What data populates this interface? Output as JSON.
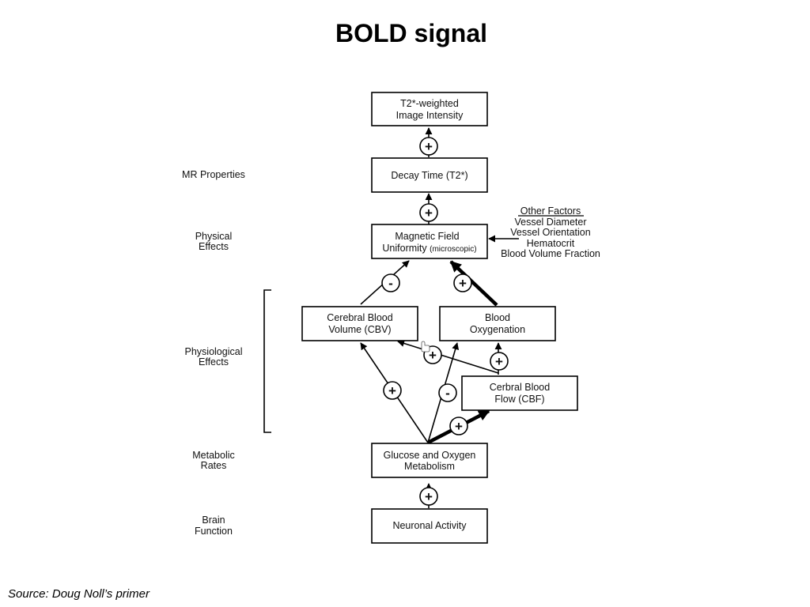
{
  "title": "BOLD signal",
  "source": "Source: Doug Noll’s primer",
  "levels": {
    "mr_properties": [
      "MR Properties"
    ],
    "physical_effects": [
      "Physical",
      "Effects"
    ],
    "physiological_effects": [
      "Physiological",
      "Effects"
    ],
    "metabolic_rates": [
      "Metabolic",
      "Rates"
    ],
    "brain_function": [
      "Brain",
      "Function"
    ]
  },
  "nodes": {
    "t2_intensity": [
      "T2*-weighted",
      "Image Intensity"
    ],
    "decay_time": [
      "Decay Time (T2*)"
    ],
    "magnetic_field": {
      "line1": "Magnetic Field",
      "line2_main": "Uniformity",
      "line2_small": "(microscopic)"
    },
    "cbv": [
      "Cerebral Blood",
      "Volume (CBV)"
    ],
    "blood_oxygenation": [
      "Blood",
      "Oxygenation"
    ],
    "cbf": [
      "Cerbral Blood",
      "Flow (CBF)"
    ],
    "metabolism": [
      "Glucose and Oxygen",
      "Metabolism"
    ],
    "neuronal_activity": [
      "Neuronal Activity"
    ]
  },
  "other_factors": {
    "heading": "Other Factors",
    "items": [
      "Vessel Diameter",
      "Vessel Orientation",
      "Hematocrit",
      "Blood Volume Fraction"
    ]
  },
  "signs": {
    "image_decay": "+",
    "decay_field": "+",
    "cbv_field": "-",
    "oxy_field": "+",
    "cbf_cbv": "+",
    "cbf_oxy": "+",
    "met_cbv": "+",
    "met_oxy": "-",
    "met_cbf": "+",
    "neuro_met": "+"
  },
  "colors": {
    "line": "#000000",
    "text": "#111111",
    "background": "#ffffff"
  }
}
